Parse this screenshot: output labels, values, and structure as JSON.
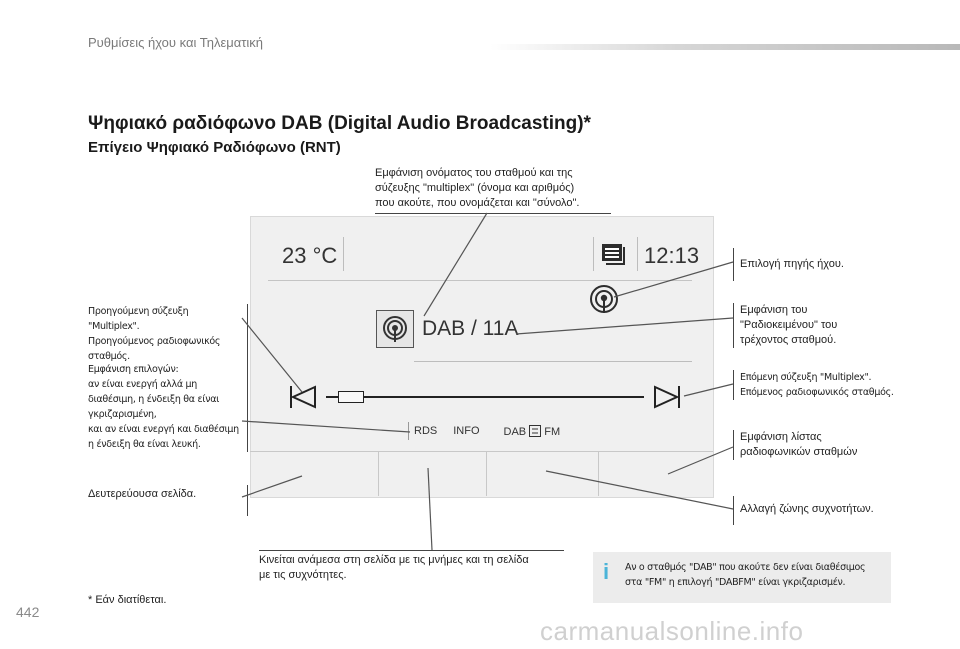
{
  "header": {
    "section_title": "Ρυθμίσεις ήχου και Τηλεματική"
  },
  "page_number": "442",
  "title": "Ψηφιακό ραδιόφωνο DAB (Digital Audio Broadcasting)*",
  "subtitle": "Επίγειο Ψηφιακό Ραδιόφωνο (RNT)",
  "screen": {
    "temperature": "23 °C",
    "clock": "12:13",
    "station": "DAB / 11A",
    "tabs": {
      "rds": "RDS",
      "info": "INFO",
      "dab": "DAB",
      "fm": "FM"
    }
  },
  "callouts": {
    "top": [
      "Εμφάνιση ονόματος του σταθμού και της",
      "σύζευξης \"multiplex\" (όνομα και αριθμός)",
      "που ακούτε, που ονομάζεται και \"σύνολο\"."
    ],
    "prev": [
      "Προηγούμενη σύζευξη \"Multiplex\".",
      "Προηγούμενος ραδιοφωνικός σταθμός."
    ],
    "options": [
      "Εμφάνιση επιλογών:",
      "αν είναι ενεργή αλλά μη",
      "διαθέσιμη, η ένδειξη θα είναι",
      "γκριζαρισμένη,",
      "και αν είναι ενεργή και διαθέσιμη",
      "η ένδειξη θα είναι λευκή."
    ],
    "secondary": "Δευτερεύουσα σελίδα.",
    "source": "Επιλογή πηγής ήχου.",
    "radiotext": [
      "Εμφάνιση του",
      "\"Ραδιοκειμένου\" του",
      "τρέχοντος σταθμού."
    ],
    "next": [
      "Επόμενη σύζευξη \"Multiplex\".",
      "Επόμενος ραδιοφωνικός σταθμός."
    ],
    "list": [
      "Εμφάνιση λίστας",
      "ραδιοφωνικών σταθμών"
    ],
    "band": "Αλλαγή ζώνης συχνοτήτων.",
    "bottom": [
      "Κινείται ανάμεσα στη σελίδα με τις μνήμες και τη σελίδα",
      "με τις συχνότητες."
    ]
  },
  "note": [
    "Αν ο σταθμός \"DAB\" που ακούτε δεν είναι διαθέσιμος",
    "στα \"FM\" η επιλογή \"DABFM\" είναι γκριζαρισμέν."
  ],
  "footnote": "* Εάν διατίθεται.",
  "watermark": "carmanualsonline.info",
  "colors": {
    "info_icon": "#4bb4d8",
    "screen_bg": "#f0f0f0"
  }
}
